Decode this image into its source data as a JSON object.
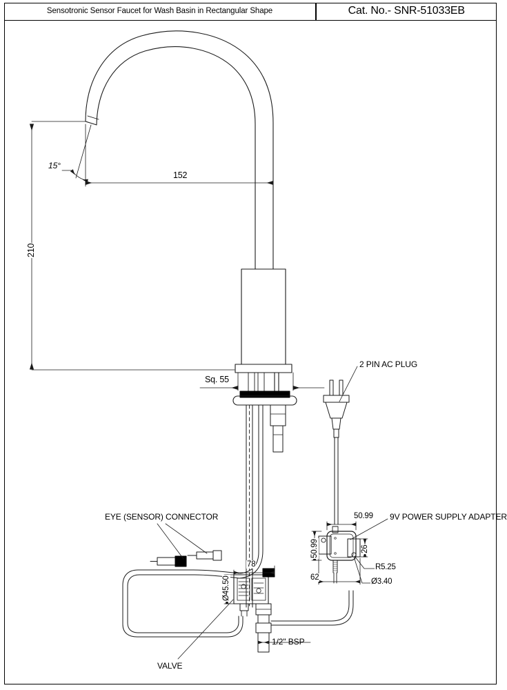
{
  "title_block": {
    "description": "Sensotronic Sensor Faucet for Wash Basin in Rectangular Shape",
    "catalog": "Cat. No.- SNR-51033EB"
  },
  "dimensions": {
    "angle_spout": "15°",
    "reach": "152",
    "height": "210",
    "base_square": "Sq. 55",
    "valve_width": "78",
    "valve_diameter": "Ø45.50",
    "adapter_width": "50.99",
    "adapter_height": "50.99",
    "adapter_depth": "26",
    "adapter_mount_span": "62",
    "corner_radius": "R5.25",
    "hole_diameter": "Ø3.40"
  },
  "annotations": {
    "ac_plug": "2 PIN AC PLUG",
    "power_adapter": "9V POWER SUPPLY ADAPTER",
    "eye_connector": "EYE (SENSOR) CONNECTOR",
    "valve": "VALVE",
    "inlet_thread": "1/2\" BSP"
  },
  "colors": {
    "line": "#1a1a1a",
    "fill": "#ffffff",
    "gasket": "#000000",
    "background": "#ffffff"
  }
}
